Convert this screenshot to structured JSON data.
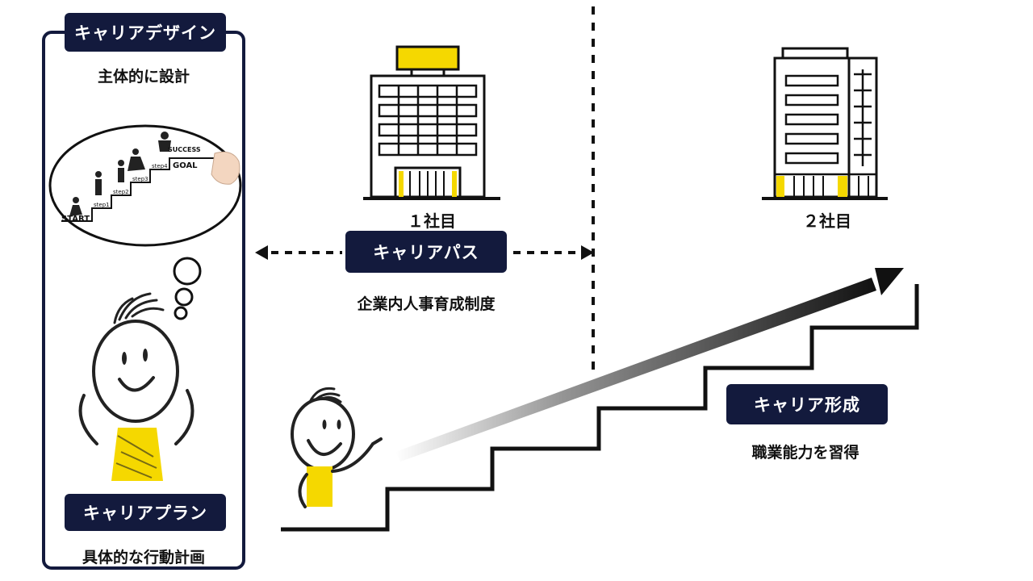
{
  "design": {
    "badge": "キャリアデザイン",
    "subtitle": "主体的に設計"
  },
  "plan": {
    "badge": "キャリアプラン",
    "subtitle": "具体的な行動計画"
  },
  "bubble_steps": {
    "start": "START",
    "step1": "step1",
    "step2": "step2",
    "step3": "step3",
    "step4": "step4",
    "goal": "GOAL",
    "success": "SUCCESS"
  },
  "company1": {
    "label": "１社目"
  },
  "company2": {
    "label": "２社目"
  },
  "path": {
    "badge": "キャリアパス",
    "subtitle": "企業内人事育成制度"
  },
  "formation": {
    "badge": "キャリア形成",
    "subtitle": "職業能力を習得"
  },
  "colors": {
    "navy": "#131a3d",
    "accent_yellow": "#f5d800",
    "line": "#111111"
  }
}
